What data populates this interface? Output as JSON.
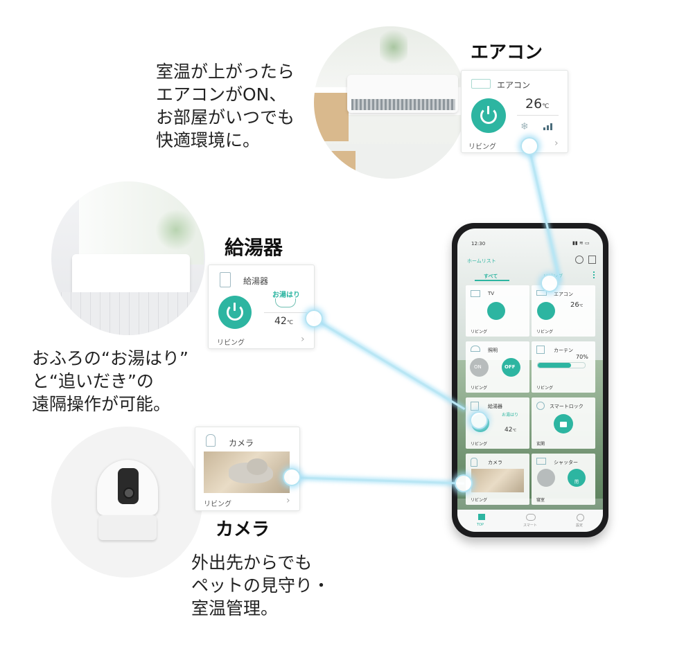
{
  "aircon": {
    "heading": "エアコン",
    "description": "室温が上がったら\nエアコンがON、\nお部屋がいつでも\n快適環境に。",
    "card": {
      "title": "エアコン",
      "temp": "26",
      "unit": "℃",
      "room": "リビング"
    }
  },
  "water_heater": {
    "heading": "給湯器",
    "description": "おふろの“お湯はり”\nと“追いだき”の\n遠隔操作が可能。",
    "card": {
      "title": "給湯器",
      "mode": "お湯はり",
      "temp": "42",
      "unit": "℃",
      "room": "リビング"
    }
  },
  "camera": {
    "heading": "カメラ",
    "description": "外出先からでも\nペットの見守り・\n室温管理。",
    "card": {
      "title": "カメラ",
      "room": "リビング"
    }
  },
  "phone": {
    "time": "12:30",
    "header_title": "ホームリスト",
    "tabs": [
      "すべて",
      "リビング"
    ],
    "tiles": {
      "tv": {
        "title": "TV",
        "room": "リビング"
      },
      "aircon": {
        "title": "エアコン",
        "temp": "26",
        "unit": "℃",
        "room": "リビング"
      },
      "light": {
        "title": "照明",
        "on": "ON",
        "off": "OFF",
        "room": "リビング"
      },
      "curtain": {
        "title": "カーテン",
        "percent": "70",
        "unit": "%",
        "room": "リビング",
        "level": 0.7
      },
      "water_heater": {
        "title": "給湯器",
        "mode": "お湯はり",
        "temp": "42",
        "unit": "℃",
        "room": "リビング"
      },
      "smartlock": {
        "title": "スマートロック",
        "room": "玄関"
      },
      "camera": {
        "title": "カメラ",
        "room": "リビング"
      },
      "shutter": {
        "title": "シャッター",
        "close": "閉",
        "room": "寝室"
      }
    },
    "nav": [
      "TOP",
      "スマート",
      "設定"
    ]
  },
  "colors": {
    "accent": "#2db5a1",
    "glow": "#b9e6f4"
  }
}
